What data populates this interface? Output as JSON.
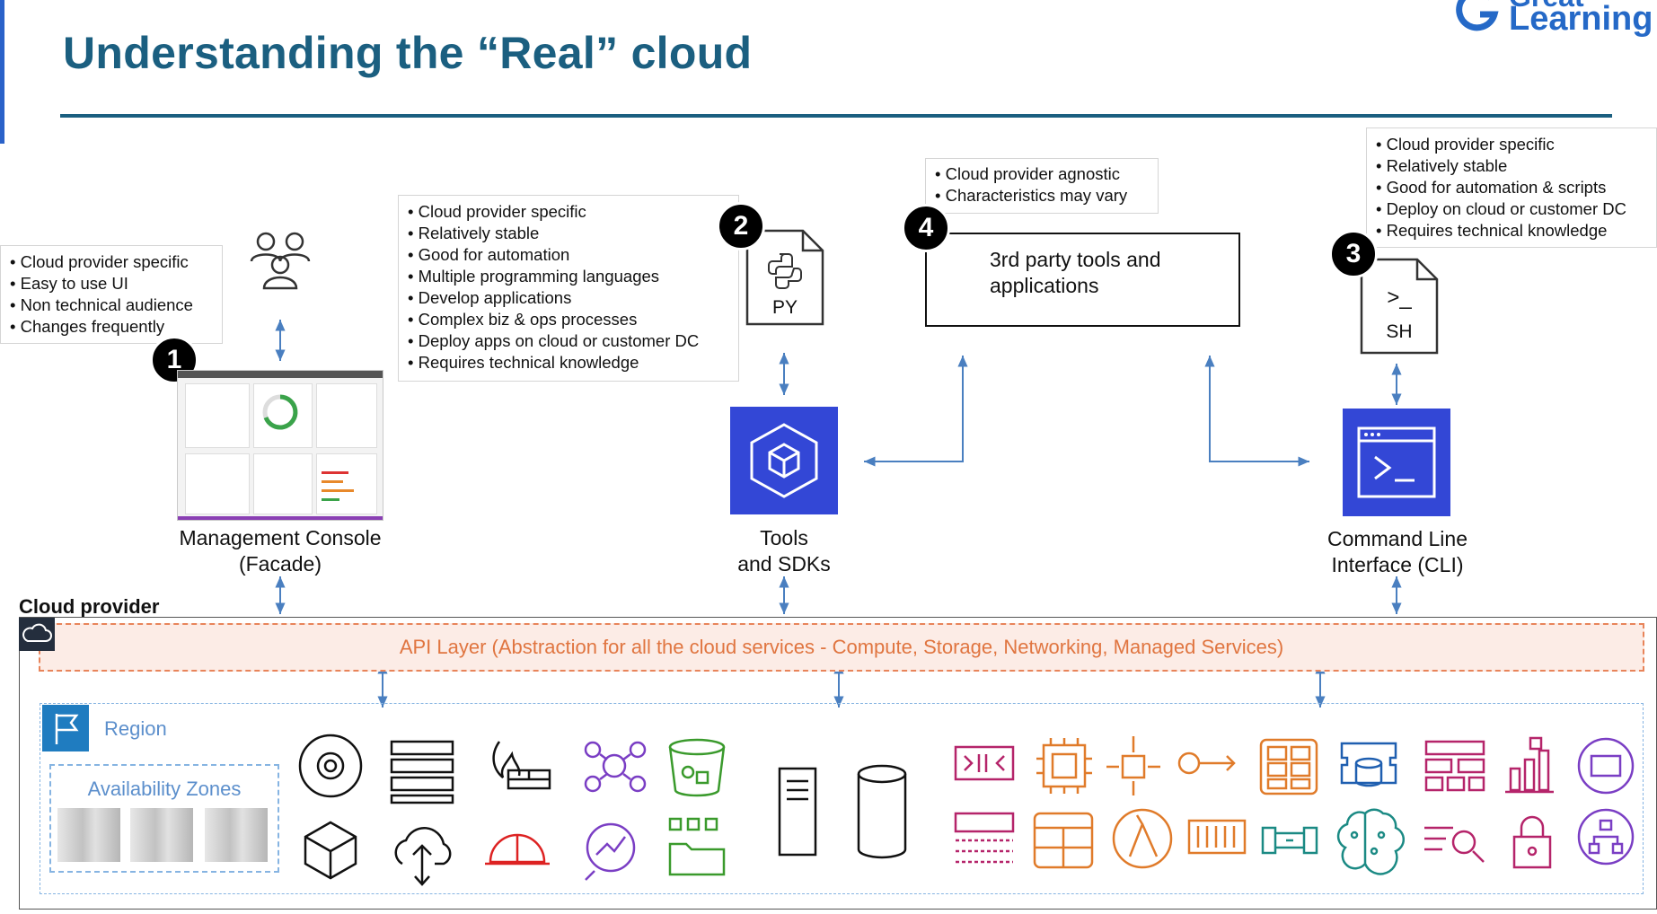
{
  "title": "Understanding the “Real” cloud",
  "logo": {
    "line1": "Great",
    "line2": "Learning"
  },
  "notes": {
    "console": [
      "Cloud provider specific",
      "Easy to use UI",
      "Non technical audience",
      "Changes frequently"
    ],
    "sdk": [
      "Cloud provider specific",
      "Relatively stable",
      "Good for automation",
      "Multiple programming languages",
      "Develop applications",
      "Complex biz & ops processes",
      "Deploy apps on cloud or customer DC",
      "Requires technical knowledge"
    ],
    "thirdparty": [
      "Cloud provider agnostic",
      "Characteristics may vary"
    ],
    "cli": [
      "Cloud provider specific",
      "Relatively stable",
      "Good for automation & scripts",
      "Deploy on cloud or customer DC",
      "Requires technical knowledge"
    ]
  },
  "badges": {
    "console": "1",
    "sdk": "2",
    "cli": "3",
    "thirdparty": "4"
  },
  "files": {
    "python": "PY",
    "shell_prompt": ">_",
    "shell": "SH"
  },
  "thirdparty_box": "3rd party tools and applications",
  "labels": {
    "console_line1": "Management Console",
    "console_line2": "(Facade)",
    "sdk_line1": "Tools",
    "sdk_line2": "and SDKs",
    "cli_line1": "Command Line",
    "cli_line2": "Interface (CLI)"
  },
  "cloud_provider": "Cloud provider",
  "api_layer": "API Layer (Abstraction for all the cloud services - Compute, Storage, Networking, Managed Services)",
  "region": "Region",
  "availability_zones": "Availability Zones",
  "colors": {
    "title": "#1b5f80",
    "api_text": "#e07540",
    "region": "#5c8fcc",
    "sdk_box": "#3347d6",
    "arrow": "#4a7fc0"
  },
  "service_icons": [
    "disk-icon",
    "server-stack-icon",
    "firewall-icon",
    "cluster-icon",
    "bucket-icon",
    "cube-icon",
    "cloud-upload-icon",
    "hardhat-icon",
    "analytics-icon",
    "folders-icon",
    "server-icon",
    "database-cylinder-icon",
    "media-icon",
    "chip-icon",
    "scale-icon",
    "endpoint-icon",
    "memory-icon",
    "rds-icon",
    "grid-icon",
    "bar-chart-icon",
    "storage-icon",
    "list-table-icon",
    "panel-icon",
    "lambda-icon",
    "container-icon",
    "pipe-icon",
    "brain-icon",
    "search-list-icon",
    "lock-icon",
    "network-icon"
  ]
}
